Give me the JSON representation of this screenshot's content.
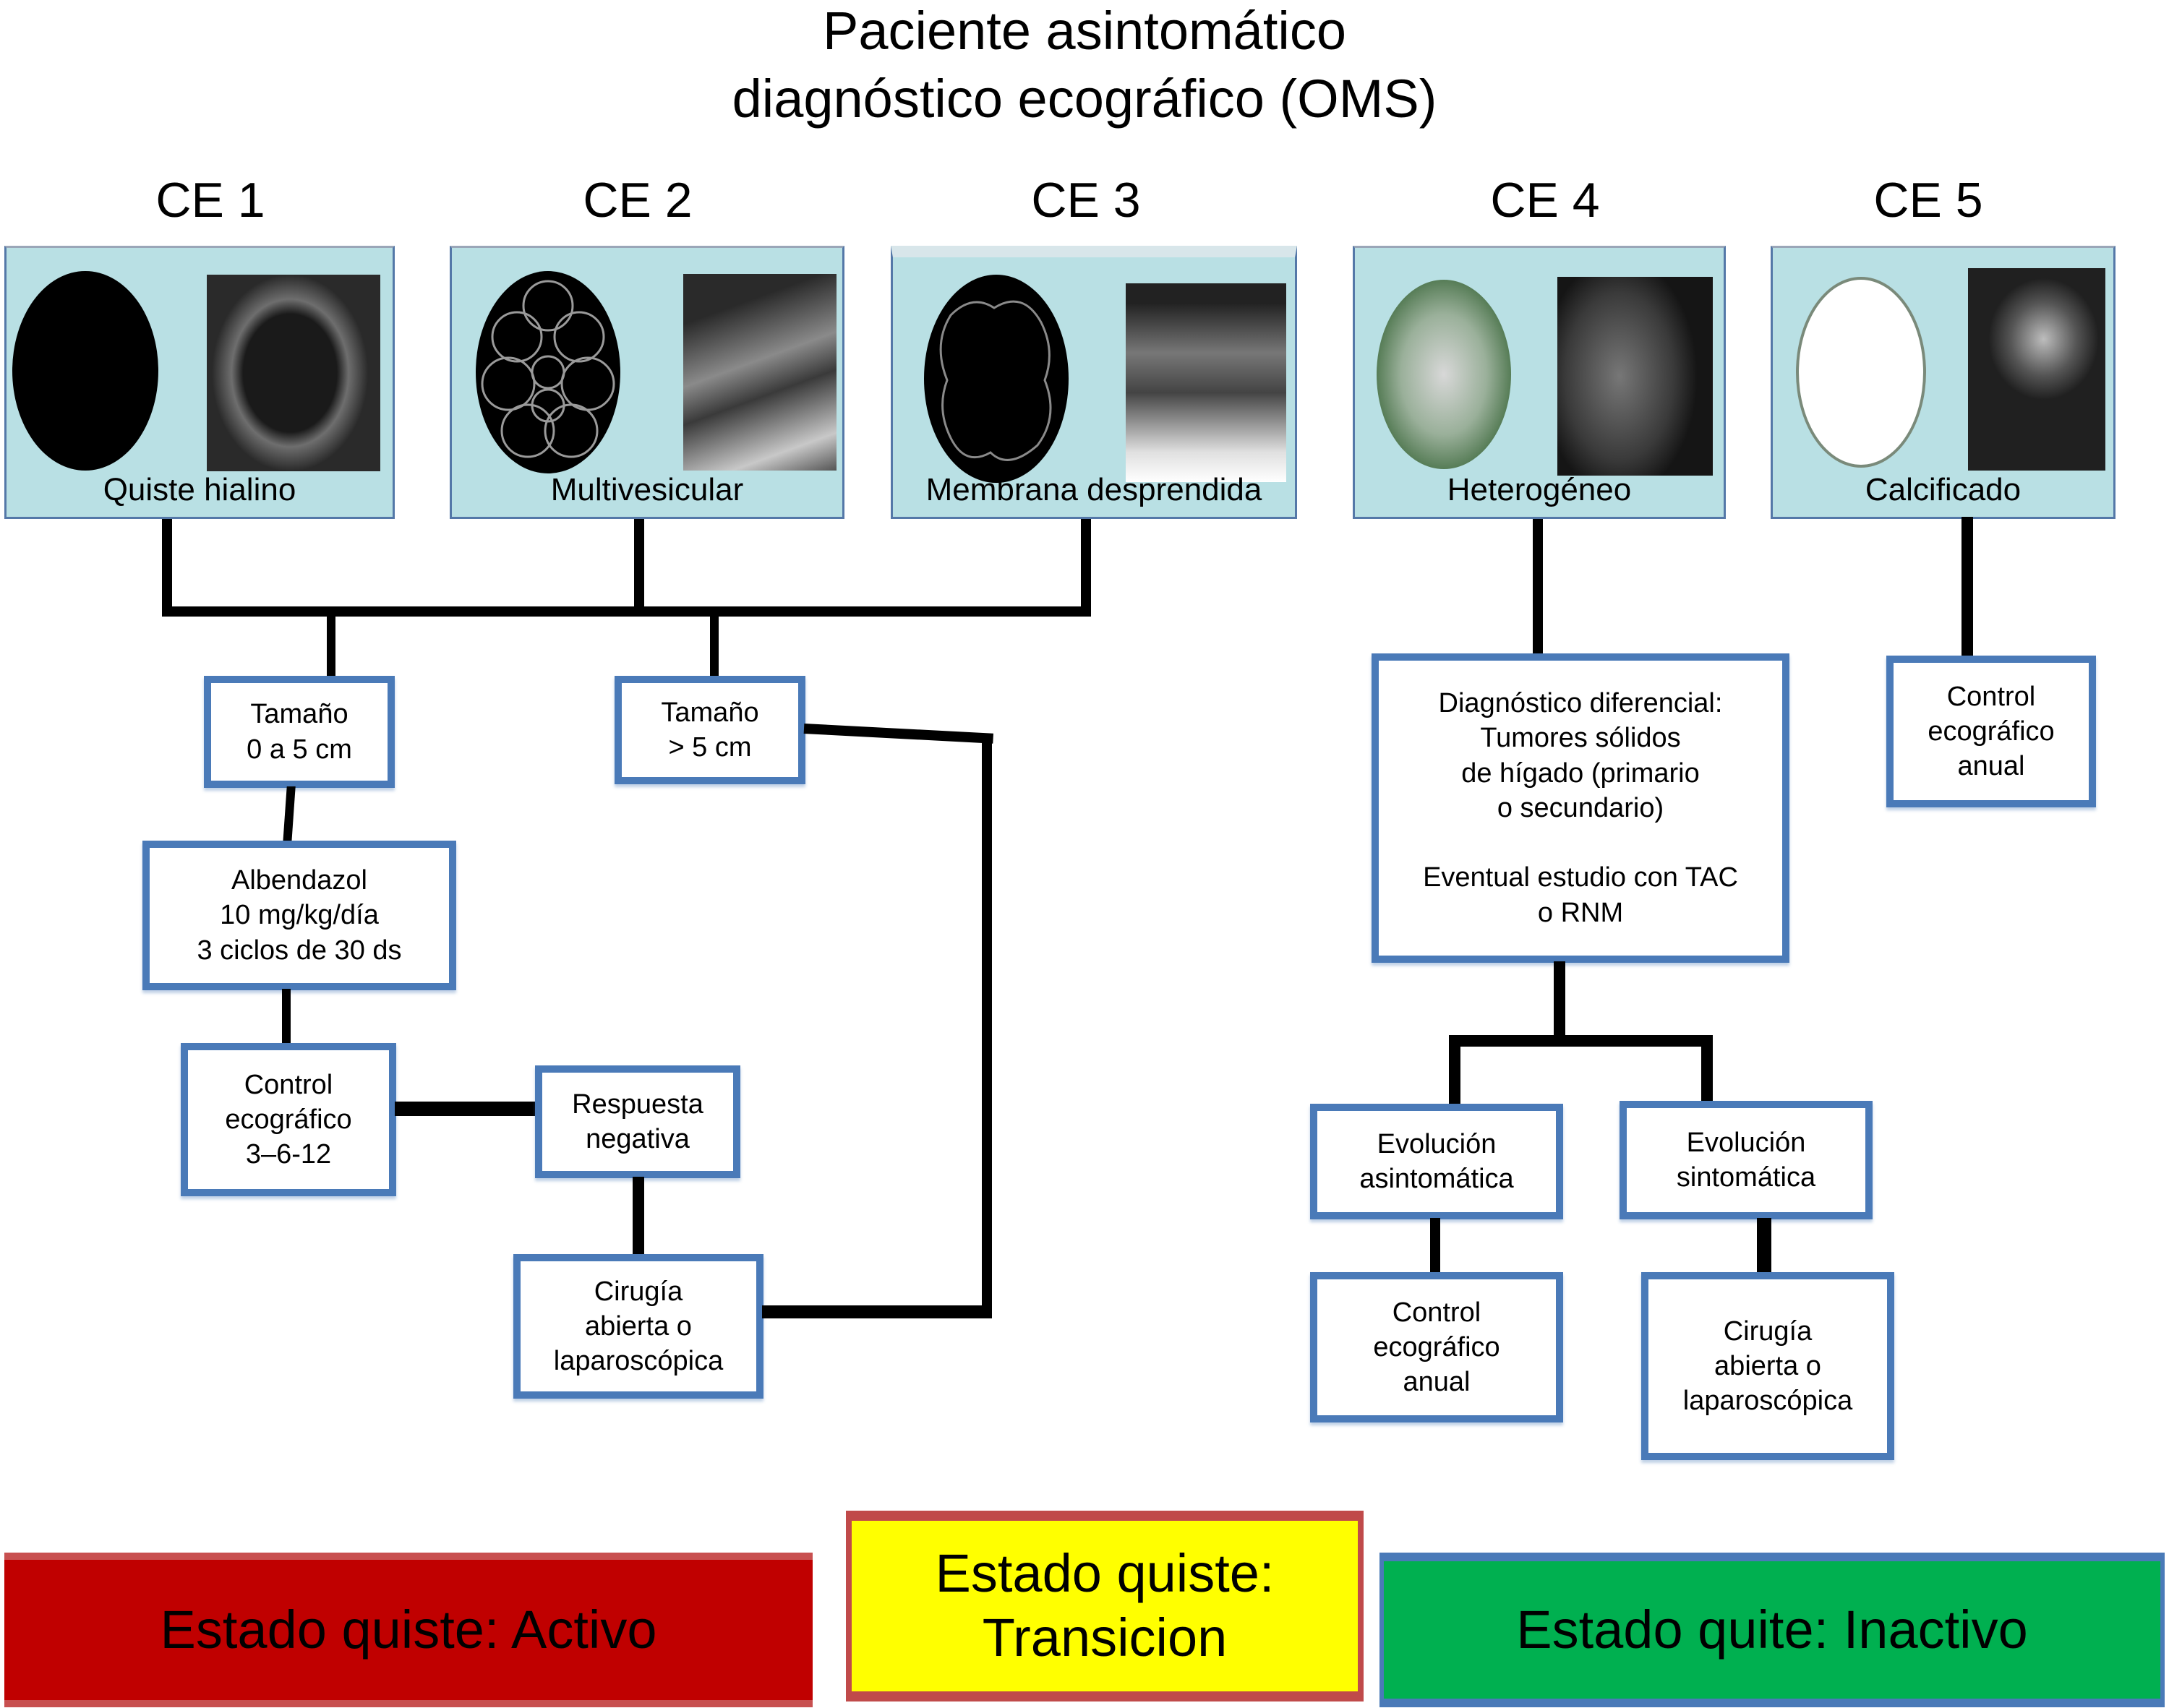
{
  "title": {
    "line1": "Paciente asintomático",
    "line2": "diagnóstico ecográfico (OMS)"
  },
  "stages": [
    {
      "label": "CE 1",
      "caption": "Quiste hialino",
      "schema_icon": "solid-black-cyst-icon"
    },
    {
      "label": "CE 2",
      "caption": "Multivesicular",
      "schema_icon": "multivesicular-cyst-icon"
    },
    {
      "label": "CE 3",
      "caption": "Membrana desprendida",
      "schema_icon": "detached-membrane-cyst-icon"
    },
    {
      "label": "CE 4",
      "caption": "Heterogéneo",
      "schema_icon": "heterogeneous-cyst-icon"
    },
    {
      "label": "CE 5",
      "caption": "Calcificado",
      "schema_icon": "calcified-cyst-icon"
    }
  ],
  "nodes": {
    "size_small": "Tamaño\n0 a 5 cm",
    "size_large": "Tamaño\n> 5 cm",
    "albendazol": "Albendazol\n10 mg/kg/día\n3 ciclos de 30 ds",
    "control_3_6_12": "Control\necográfico\n3–6-12",
    "respuesta_negativa": "Respuesta\nnegativa",
    "cirugia_left": "Cirugía\nabierta o\nlaparoscópica",
    "diagnostico_diferencial": "Diagnóstico diferencial:\nTumores sólidos\nde hígado (primario\no secundario)\n\nEventual estudio con TAC\no RNM",
    "control_anual_ce5": "Control\necográfico\nanual",
    "evolucion_asintomatica": "Evolución\nasintomática",
    "evolucion_sintomatica": "Evolución\nsintomática",
    "control_anual_ce4": "Control\necográfico\nanual",
    "cirugia_right": "Cirugía\nabierta o\nlaparoscópica"
  },
  "status_bars": [
    {
      "label": "Estado quiste: Activo",
      "color": "#c00000"
    },
    {
      "label": "Estado quiste:\nTransicion",
      "color": "#ffff00"
    },
    {
      "label": "Estado quite: Inactivo",
      "color": "#00b050"
    }
  ],
  "colors": {
    "ce_panel": "#b9e0e4",
    "node_border": "#4a7ab8",
    "connector": "#000000"
  }
}
